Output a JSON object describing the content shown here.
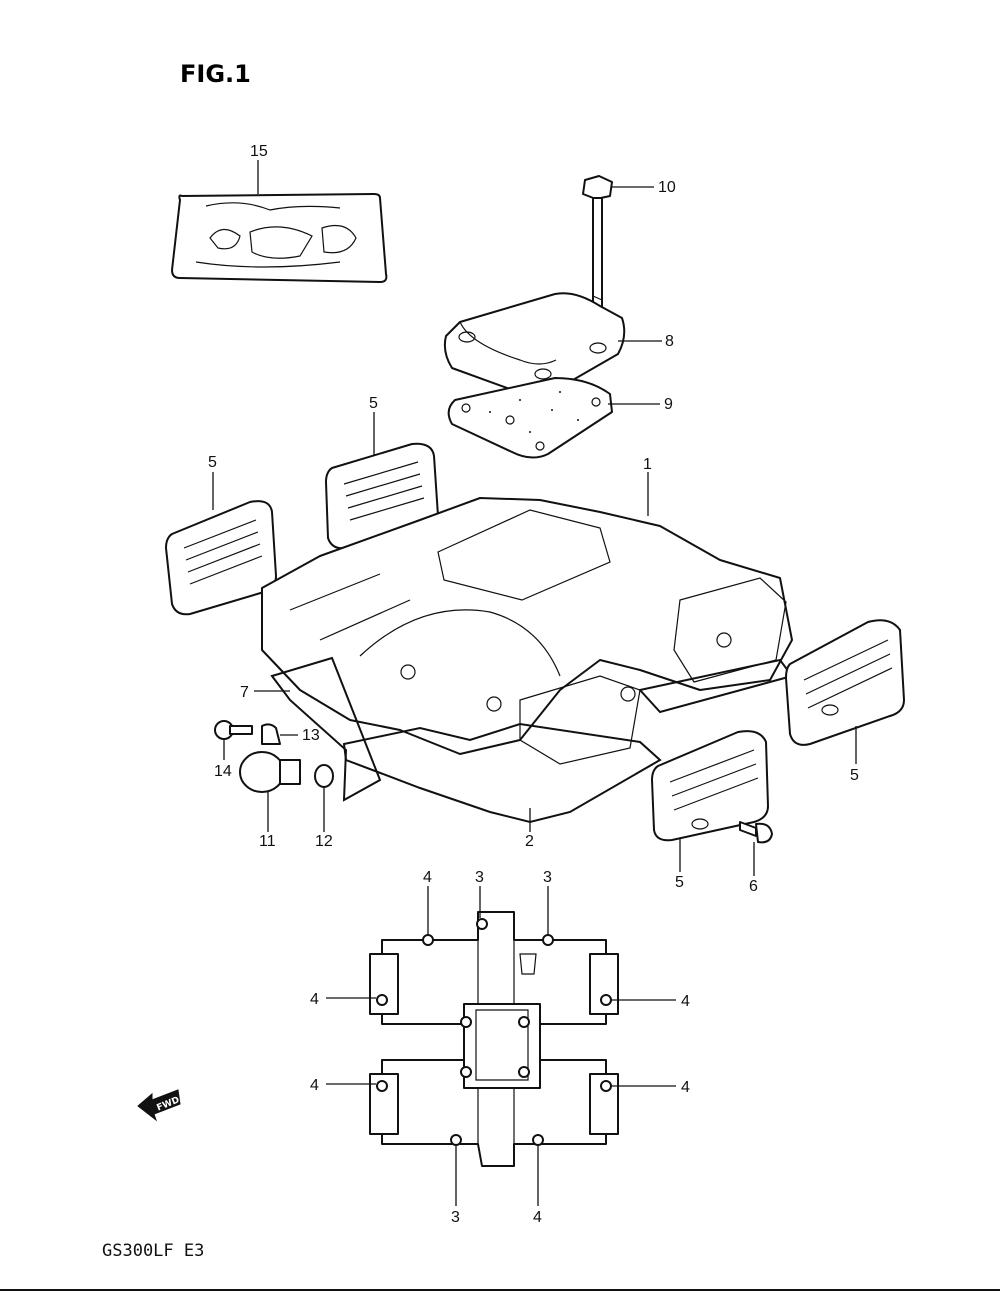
{
  "figure": {
    "title": "FIG.1",
    "model": "GS300LF E3"
  },
  "fwd_arrow": {
    "label": "FWD",
    "icon": "fwd-arrow-icon"
  },
  "callouts": {
    "c1": "1",
    "c2": "2",
    "c3a": "3",
    "c3b": "3",
    "c3c": "3",
    "c4a": "4",
    "c4b": "4",
    "c4c": "4",
    "c4d": "4",
    "c4e": "4",
    "c4f": "4",
    "c5a": "5",
    "c5b": "5",
    "c5c": "5",
    "c5d": "5",
    "c6": "6",
    "c7": "7",
    "c8": "8",
    "c9": "9",
    "c10": "10",
    "c11": "11",
    "c12": "12",
    "c13": "13",
    "c14": "14",
    "c15": "15"
  }
}
